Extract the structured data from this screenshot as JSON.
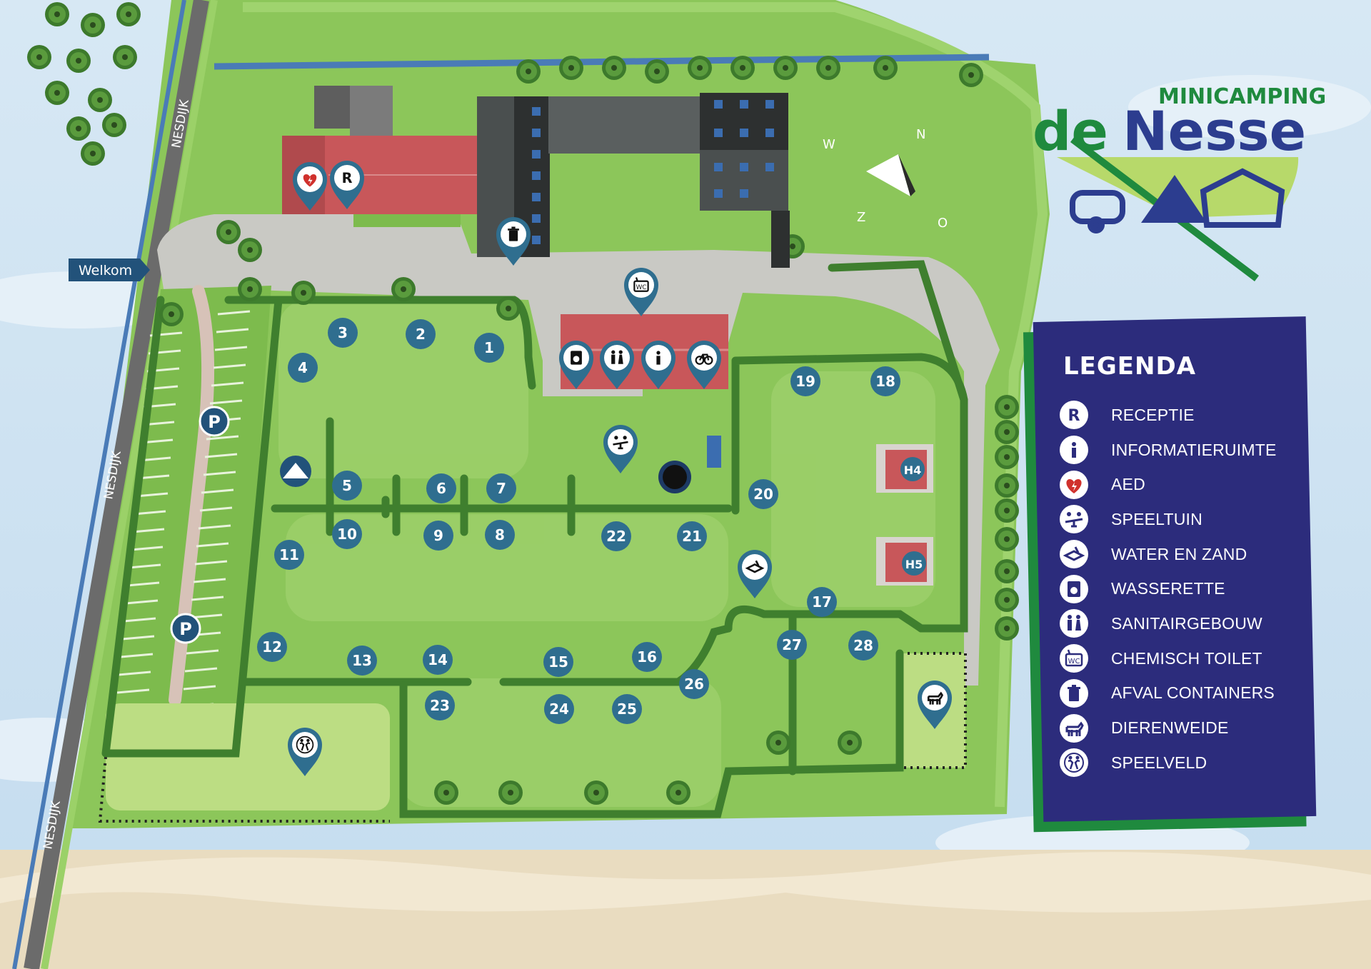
{
  "logo": {
    "line1": "MINICAMPING",
    "line2a": "de",
    "line2b": "Nesse"
  },
  "roads": {
    "name": "NESDIJK",
    "welcome": "Welkom"
  },
  "compass": {
    "n": "N",
    "o": "O",
    "z": "Z",
    "w": "W"
  },
  "pitches": [
    "1",
    "2",
    "3",
    "4",
    "5",
    "6",
    "7",
    "8",
    "9",
    "10",
    "11",
    "12",
    "13",
    "14",
    "15",
    "16",
    "17",
    "18",
    "19",
    "20",
    "21",
    "22",
    "23",
    "24",
    "25",
    "26",
    "27",
    "28"
  ],
  "houses": [
    "H4",
    "H5"
  ],
  "parking": "P",
  "markers": {
    "reception": "R",
    "wc": "WC",
    "aed": "AED"
  },
  "legend": {
    "title": "LEGENDA",
    "items": [
      {
        "icon": "reception-icon",
        "label": "RECEPTIE"
      },
      {
        "icon": "info-icon",
        "label": "INFORMATIERUIMTE"
      },
      {
        "icon": "aed-icon",
        "label": "AED"
      },
      {
        "icon": "playground-icon",
        "label": "SPEELTUIN"
      },
      {
        "icon": "sandbox-icon",
        "label": "WATER EN ZAND"
      },
      {
        "icon": "laundry-icon",
        "label": "WASSERETTE"
      },
      {
        "icon": "toilet-icon",
        "label": "SANITAIRGEBOUW"
      },
      {
        "icon": "chemical-toilet-icon",
        "label": "CHEMISCH TOILET"
      },
      {
        "icon": "trash-icon",
        "label": "AFVAL CONTAINERS"
      },
      {
        "icon": "goat-icon",
        "label": "DIERENWEIDE"
      },
      {
        "icon": "playfield-icon",
        "label": "SPEELVELD"
      }
    ]
  },
  "colors": {
    "grass": "#8cc65a",
    "grass_dark": "#6aa842",
    "hedge": "#3f7f2e",
    "path": "#c9c9c4",
    "water": "#4a7bb7",
    "road": "#6b6b6b",
    "roof_red": "#c8575a",
    "building_dark": "#4a4f4f",
    "pin": "#2f6e8f",
    "legend_bg": "#2c2c7c",
    "brand_green": "#1f8a3e",
    "brand_blue": "#2c3d8f",
    "sand": "#e9dcc0"
  }
}
